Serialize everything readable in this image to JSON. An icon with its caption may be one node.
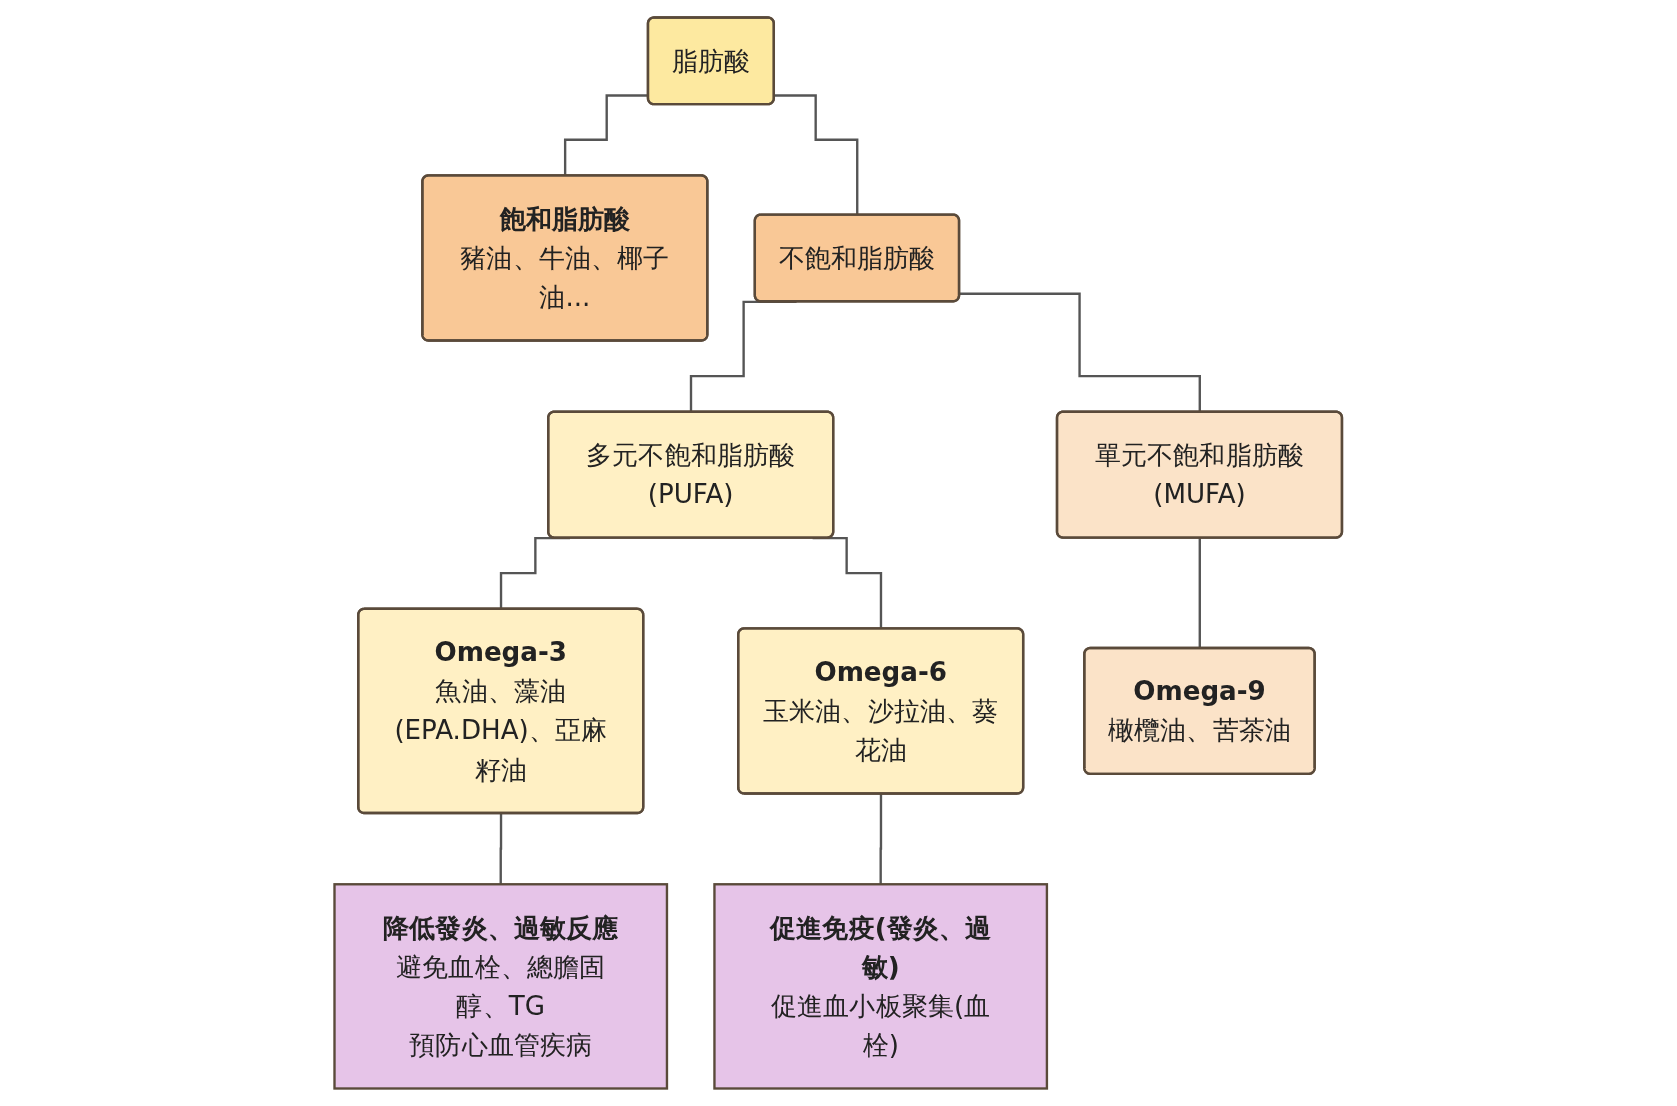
{
  "diagram": {
    "nodes": [
      {
        "text": [
          "脂肪酸"
        ]
      },
      {
        "text": [
          "飽和脂肪酸",
          "豬油、牛油、椰子油..."
        ]
      },
      {
        "text": [
          "不飽和脂肪酸"
        ]
      },
      {
        "text": [
          "多元不飽和脂肪酸(PUFA)"
        ]
      },
      {
        "text": [
          "單元不飽和脂肪酸(MUFA)"
        ]
      },
      {
        "text": [
          "Omega-3",
          "魚油、藻油(EPA.DHA)、亞麻籽油"
        ]
      },
      {
        "text": [
          "Omega-6",
          "玉米油、沙拉油、葵花油"
        ]
      },
      {
        "text": [
          "Omega-9",
          "橄欖油、苦茶油"
        ]
      },
      {
        "text": [
          "降低發炎、過敏反應",
          "避免血栓、總膽固醇、TG",
          "預防心血管疾病"
        ]
      },
      {
        "text": [
          "促進免疫(發炎、過敏)",
          "促進血小板聚集(血栓)"
        ]
      }
    ],
    "edges": [
      {
        "from": 0,
        "to": 1,
        "arrow": "none"
      },
      {
        "from": 0,
        "to": 2,
        "arrow": "none"
      },
      {
        "from": 2,
        "to": 3,
        "arrow": "none"
      },
      {
        "from": 2,
        "to": 4,
        "arrow": "none"
      },
      {
        "from": 3,
        "to": 5,
        "arrow": "none"
      },
      {
        "from": 3,
        "to": 6,
        "arrow": "none"
      },
      {
        "from": 4,
        "to": 7,
        "arrow": "none"
      },
      {
        "from": 5,
        "to": 8,
        "arrow": "none"
      },
      {
        "from": 6,
        "to": 9,
        "arrow": "none"
      }
    ]
  }
}
